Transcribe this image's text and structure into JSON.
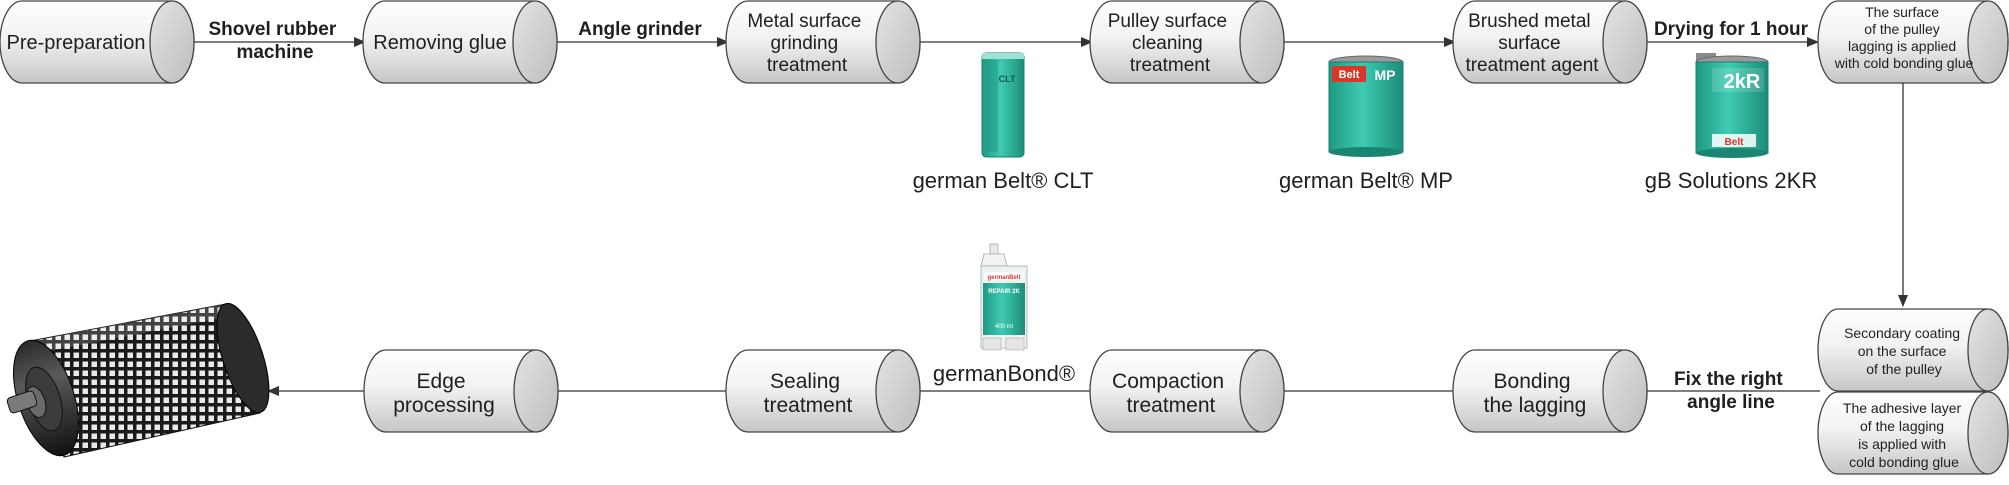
{
  "nodes": {
    "pre_preparation": [
      "Pre-preparation"
    ],
    "removing_glue": [
      "Removing glue"
    ],
    "metal_grinding": [
      "Metal surface",
      "grinding",
      "treatment"
    ],
    "pulley_cleaning": [
      "Pulley surface",
      "cleaning",
      "treatment"
    ],
    "brushed_agent": [
      "Brushed metal",
      "surface",
      "treatment agent"
    ],
    "lagging_surface": [
      "The surface",
      "of the pulley",
      "lagging is applied",
      "with cold bonding glue"
    ],
    "secondary_coating": [
      "Secondary coating",
      "on the surface",
      "of the pulley"
    ],
    "adhesive_layer": [
      "The adhesive layer",
      "of the lagging",
      "is applied with",
      "cold bonding glue"
    ],
    "bonding": [
      "Bonding",
      "the lagging"
    ],
    "compaction": [
      "Compaction",
      "treatment"
    ],
    "sealing": [
      "Sealing",
      "treatment"
    ],
    "edge": [
      "Edge",
      "processing"
    ]
  },
  "edges": {
    "shovel": [
      "Shovel rubber",
      "machine"
    ],
    "angle": [
      "Angle grinder"
    ],
    "drying": [
      "Drying for 1 hour"
    ],
    "fix": [
      "Fix the right",
      "angle line"
    ]
  },
  "products": {
    "clt": {
      "name": "german Belt® CLT",
      "label": "CLT"
    },
    "mp": {
      "name": "german Belt® MP",
      "brand": "Belt",
      "label": "MP"
    },
    "kr": {
      "name": "gB Solutions 2KR",
      "label": "2kR",
      "brand": "Belt"
    },
    "bond": {
      "name": "germanBond®",
      "brand": "germanBelt",
      "label": "REPAIR 2K",
      "volume": "400 ml"
    }
  },
  "colors": {
    "product_teal": "#2fb8a0",
    "brand_red": "#d8372a",
    "cylinder_light": "#ffffff",
    "cylinder_dark": "#c8c8c8",
    "line": "#333333"
  },
  "icons": {
    "final_product": "lagged-pulley-drum"
  }
}
